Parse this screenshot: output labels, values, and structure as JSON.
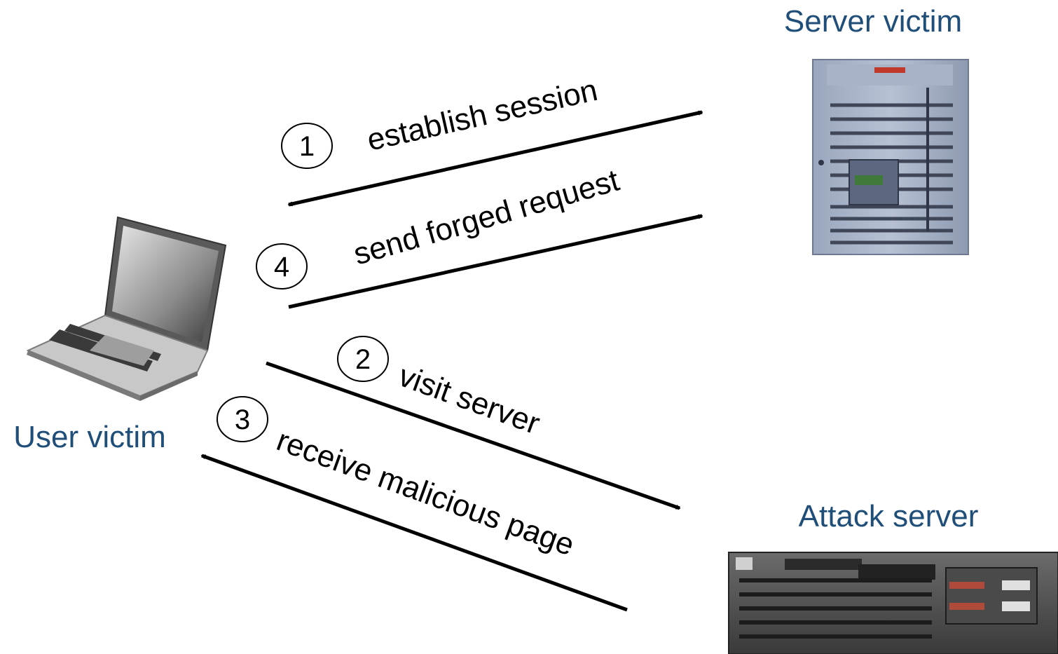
{
  "colors": {
    "node_label": "#1f4e79",
    "arrow": "#000000"
  },
  "nodes": {
    "server_victim": {
      "label": "Server victim",
      "icon": "tower-server-icon"
    },
    "user_victim": {
      "label": "User victim",
      "icon": "laptop-icon"
    },
    "attack_server": {
      "label": "Attack server",
      "icon": "rack-server-icon"
    }
  },
  "steps": [
    {
      "number": "1",
      "label": "establish session",
      "direction": "bidirectional",
      "between": [
        "User victim",
        "Server victim"
      ]
    },
    {
      "number": "4",
      "label": "send forged request",
      "direction": "to Server victim"
    },
    {
      "number": "2",
      "label": "visit server",
      "direction": "to Attack server"
    },
    {
      "number": "3",
      "label": "receive malicious page",
      "direction": "to User victim"
    }
  ]
}
